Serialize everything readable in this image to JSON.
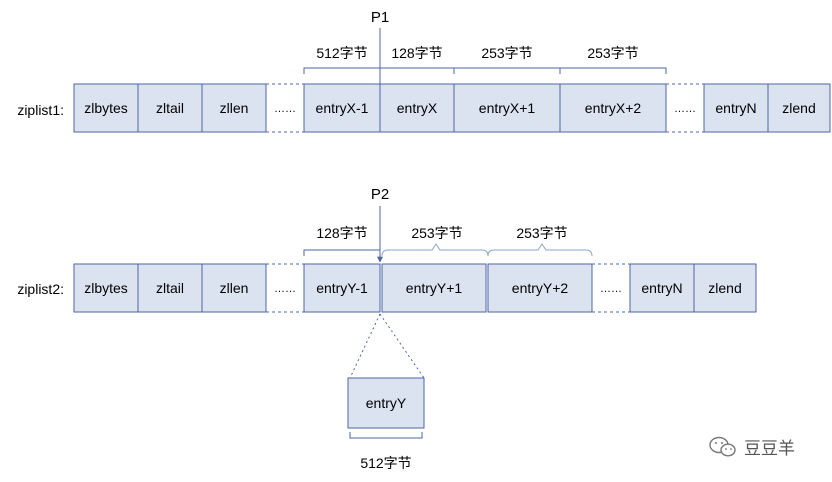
{
  "pointers": {
    "p1": "P1",
    "p2": "P2"
  },
  "row1": {
    "label": "ziplist1:",
    "cells": [
      "zlbytes",
      "zltail",
      "zllen",
      "……",
      "entryX-1",
      "entryX",
      "entryX+1",
      "entryX+2",
      "……",
      "entryN",
      "zlend"
    ],
    "braces": [
      "512字节",
      "128字节",
      "253字节",
      "253字节"
    ]
  },
  "row2": {
    "label": "ziplist2:",
    "cells": [
      "zlbytes",
      "zltail",
      "zllen",
      "……",
      "entryY-1",
      "entryY+1",
      "entryY+2",
      "……",
      "entryN",
      "zlend"
    ],
    "braces": [
      "128字节",
      "253字节",
      "253字节"
    ]
  },
  "inserted": {
    "label": "entryY",
    "size": "512字节"
  },
  "watermark": {
    "text": "豆豆羊",
    "icon": "wechat-icon"
  },
  "colors": {
    "cell_fill": "#dbe3f1",
    "cell_stroke": "#4c66a4",
    "dashed": "#4c66a4",
    "line": "#8fa3cc"
  }
}
